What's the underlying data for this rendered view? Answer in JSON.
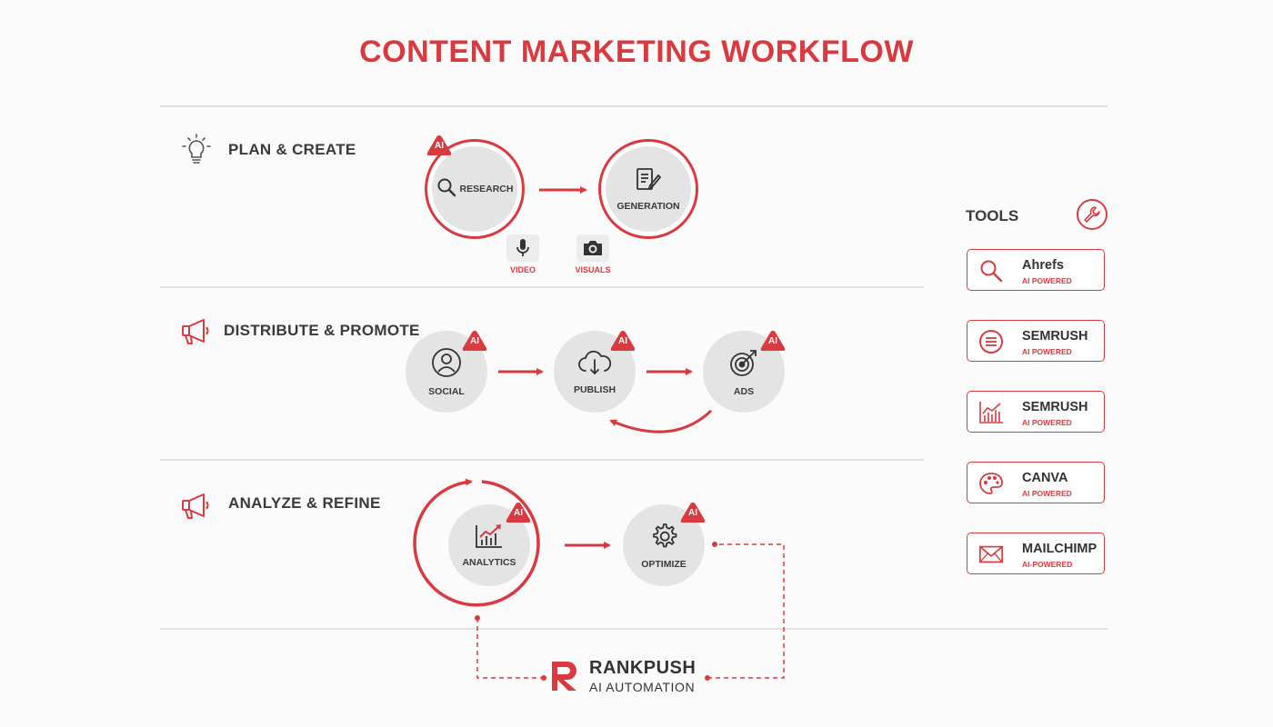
{
  "title": "CONTENT MARKETING WORKFLOW",
  "colors": {
    "accent": "#d93a3f",
    "node_fill": "#e4e4e4",
    "text": "#333333",
    "divider": "#d8d8d8"
  },
  "badge_text": "AI",
  "sections": [
    {
      "label": "PLAN & CREATE",
      "icon": "lightbulb-icon"
    },
    {
      "label": "DISTRIBUTE & PROMOTE",
      "icon": "megaphone-icon"
    },
    {
      "label": "ANALYZE & REFINE",
      "icon": "megaphone-icon"
    }
  ],
  "plan_nodes": [
    {
      "label": "RESEARCH",
      "icon": "search-icon",
      "ai": true
    },
    {
      "label": "GENERATION",
      "icon": "document-pen-icon",
      "ai": false
    }
  ],
  "media": [
    {
      "label": "VIDEO",
      "icon": "microphone-icon"
    },
    {
      "label": "VISUALS",
      "icon": "camera-icon"
    }
  ],
  "distribute_nodes": [
    {
      "label": "SOCIAL",
      "icon": "user-icon",
      "ai": true
    },
    {
      "label": "PUBLISH",
      "icon": "cloud-download-icon",
      "ai": true
    },
    {
      "label": "ADS",
      "icon": "target-icon",
      "ai": true
    }
  ],
  "analyze_nodes": [
    {
      "label": "ANALYTICS",
      "icon": "chart-icon",
      "ai": true
    },
    {
      "label": "OPTIMIZE",
      "icon": "gear-icon",
      "ai": true
    }
  ],
  "tools": {
    "label": "TOOLS",
    "icon": "wrench-icon",
    "items": [
      {
        "name": "Ahrefs",
        "sub": "AI POWERED",
        "icon": "search-icon"
      },
      {
        "name": "SEMRUSH",
        "sub": "AI POWERED",
        "icon": "list-icon"
      },
      {
        "name": "SEMRUSH",
        "sub": "AI POWERED",
        "icon": "chart-icon"
      },
      {
        "name": "CANVA",
        "sub": "AI POWERED",
        "icon": "palette-icon"
      },
      {
        "name": "MAILCHIMP",
        "sub": "AI-POWERED",
        "icon": "mail-icon"
      }
    ]
  },
  "brand": {
    "name": "RANKPUSH",
    "tagline": "AI AUTOMATION",
    "logo": "rankpush-logo"
  }
}
